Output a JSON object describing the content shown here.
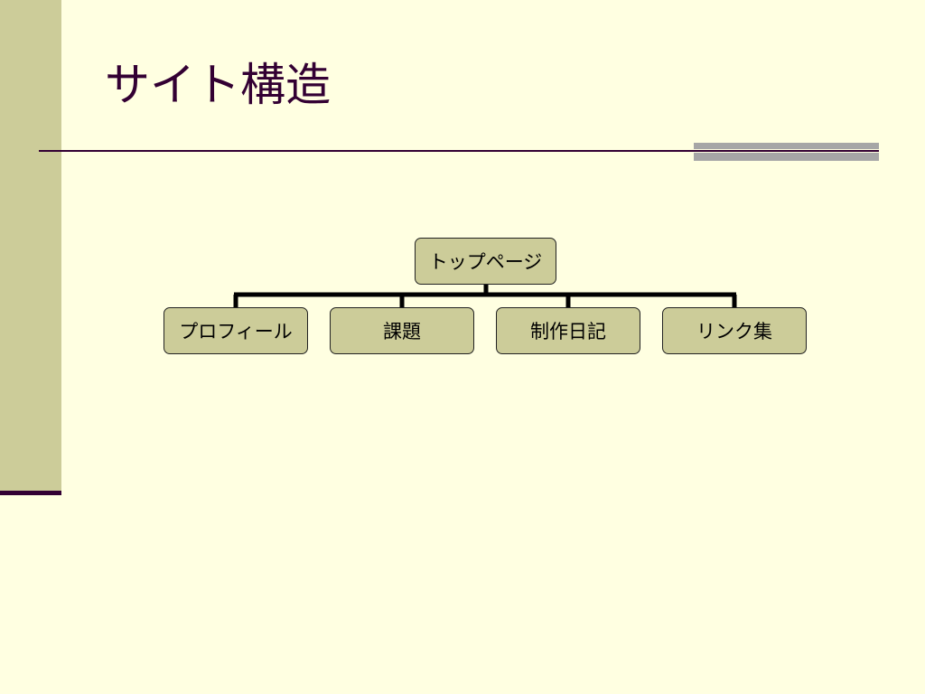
{
  "slide": {
    "title": "サイト構造",
    "colors": {
      "background": "#FFFFE1",
      "accent_band": "#CCCC99",
      "title_text": "#330033",
      "node_fill": "#CCCC99",
      "connector": "#000000",
      "rule_gray": "#A6A6A6"
    }
  },
  "org_chart": {
    "root": {
      "label": "トップページ"
    },
    "children": [
      {
        "label": "プロフィール"
      },
      {
        "label": "課題"
      },
      {
        "label": "制作日記"
      },
      {
        "label": "リンク集"
      }
    ]
  }
}
